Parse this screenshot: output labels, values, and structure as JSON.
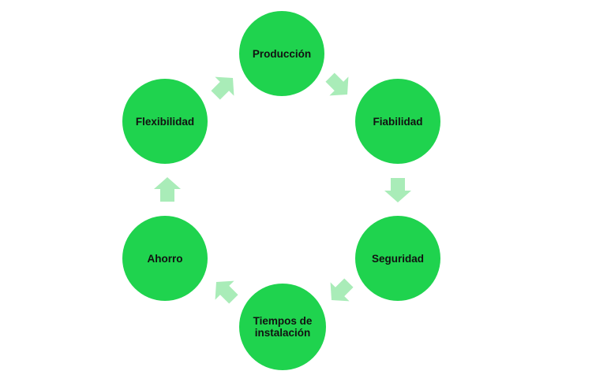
{
  "diagram": {
    "nodes": [
      {
        "id": "produccion",
        "label": "Producción"
      },
      {
        "id": "fiabilidad",
        "label": "Fiabilidad"
      },
      {
        "id": "seguridad",
        "label": "Seguridad"
      },
      {
        "id": "tiempos",
        "label": "Tiempos de\ninstalación"
      },
      {
        "id": "ahorro",
        "label": "Ahorro"
      },
      {
        "id": "flexibilidad",
        "label": "Flexibilidad"
      }
    ],
    "colors": {
      "node_fill": "#1fd34e",
      "arrow_fill": "#a9ecb8",
      "text": "#111111"
    }
  }
}
